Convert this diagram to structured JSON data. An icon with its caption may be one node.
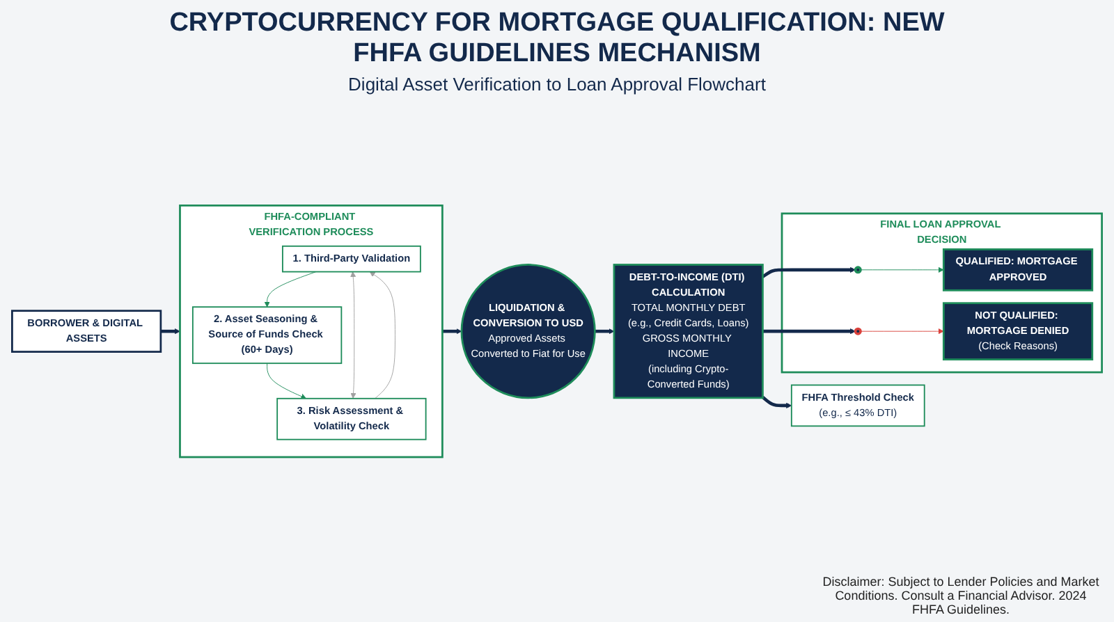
{
  "diagram": {
    "title": "CRYPTOCURRENCY FOR MORTGAGE QUALIFICATION: NEW FHFA GUIDELINES MECHANISM",
    "nodes": [
      {
        "text": [
          "BORROWER & DIGITAL ASSETS"
        ]
      },
      {
        "text": [
          "FHFA-COMPLIANT VERIFICATION PROCESS"
        ]
      },
      {
        "text": [
          "1. Third-Party Validation"
        ],
        "in": 1
      },
      {
        "text": [
          "2. Asset Seasoning & Source of Funds Check (60+ Days)"
        ],
        "in": 1
      },
      {
        "text": [
          "3. Risk Assessment & Volatility Check"
        ],
        "in": 1
      },
      {
        "text": [
          "LIQUIDATION & CONVERSION TO USD",
          "Approved Assets Converted to Fiat for Use"
        ]
      },
      {
        "text": [
          "DEBT-TO-INCOME (DTI) CALCULATION",
          "TOTAL MONTHLY DEBT",
          "(e.g., Credit Cards, Loans)",
          "GROSS MONTHLY INCOME",
          "(including Crypto-Converted Funds)"
        ]
      },
      {
        "text": [
          "FHFA Threshold Check",
          "(e.g., ≤ 43% DTI)"
        ]
      },
      {
        "text": [
          "FINAL LOAN APPROVAL DECISION"
        ]
      },
      {
        "text": [],
        "shape": "circle",
        "in": 8
      },
      {
        "text": [
          "QUALIFIED: MORTGAGE APPROVED"
        ],
        "in": 8
      },
      {
        "text": [],
        "shape": "circle",
        "in": 8
      },
      {
        "text": [
          "NOT QUALIFIED: MORTGAGE DENIED",
          "(Check Reasons)"
        ],
        "in": 8
      }
    ],
    "edges": [
      {
        "from": 0,
        "to": 1,
        "arrow": "to",
        "style": "thick"
      },
      {
        "from": 2,
        "to": 3,
        "arrow": "to",
        "color": "#1e8c5a"
      },
      {
        "from": 3,
        "to": 4,
        "arrow": "to",
        "color": "#1e8c5a"
      },
      {
        "from": 4,
        "to": 2,
        "arrow": "both",
        "color": "#a0a0a0"
      },
      {
        "from": 4,
        "to": 2,
        "arrow": "to",
        "color": "#a0a0a0"
      },
      {
        "from": 1,
        "to": 5,
        "arrow": "to",
        "style": "thick"
      },
      {
        "from": 5,
        "to": 6,
        "arrow": "to",
        "style": "thick"
      },
      {
        "from": 6,
        "to": 7,
        "arrow": "to",
        "style": "thick"
      },
      {
        "from": 6,
        "to": 9,
        "arrow": "to",
        "style": "thick"
      },
      {
        "from": 6,
        "to": 11,
        "arrow": "to",
        "style": "thick"
      },
      {
        "from": 9,
        "to": 10,
        "arrow": "to",
        "color": "#1e8c5a"
      },
      {
        "from": 11,
        "to": 12,
        "arrow": "to",
        "color": "#d9413b"
      }
    ],
    "labels": [
      "Digital Asset Verification to Loan Approval Flowchart",
      "Disclaimer: Subject to Lender Policies and Market Conditions. Consult a Financial Advisor. 2024 FHFA Guidelines."
    ]
  }
}
